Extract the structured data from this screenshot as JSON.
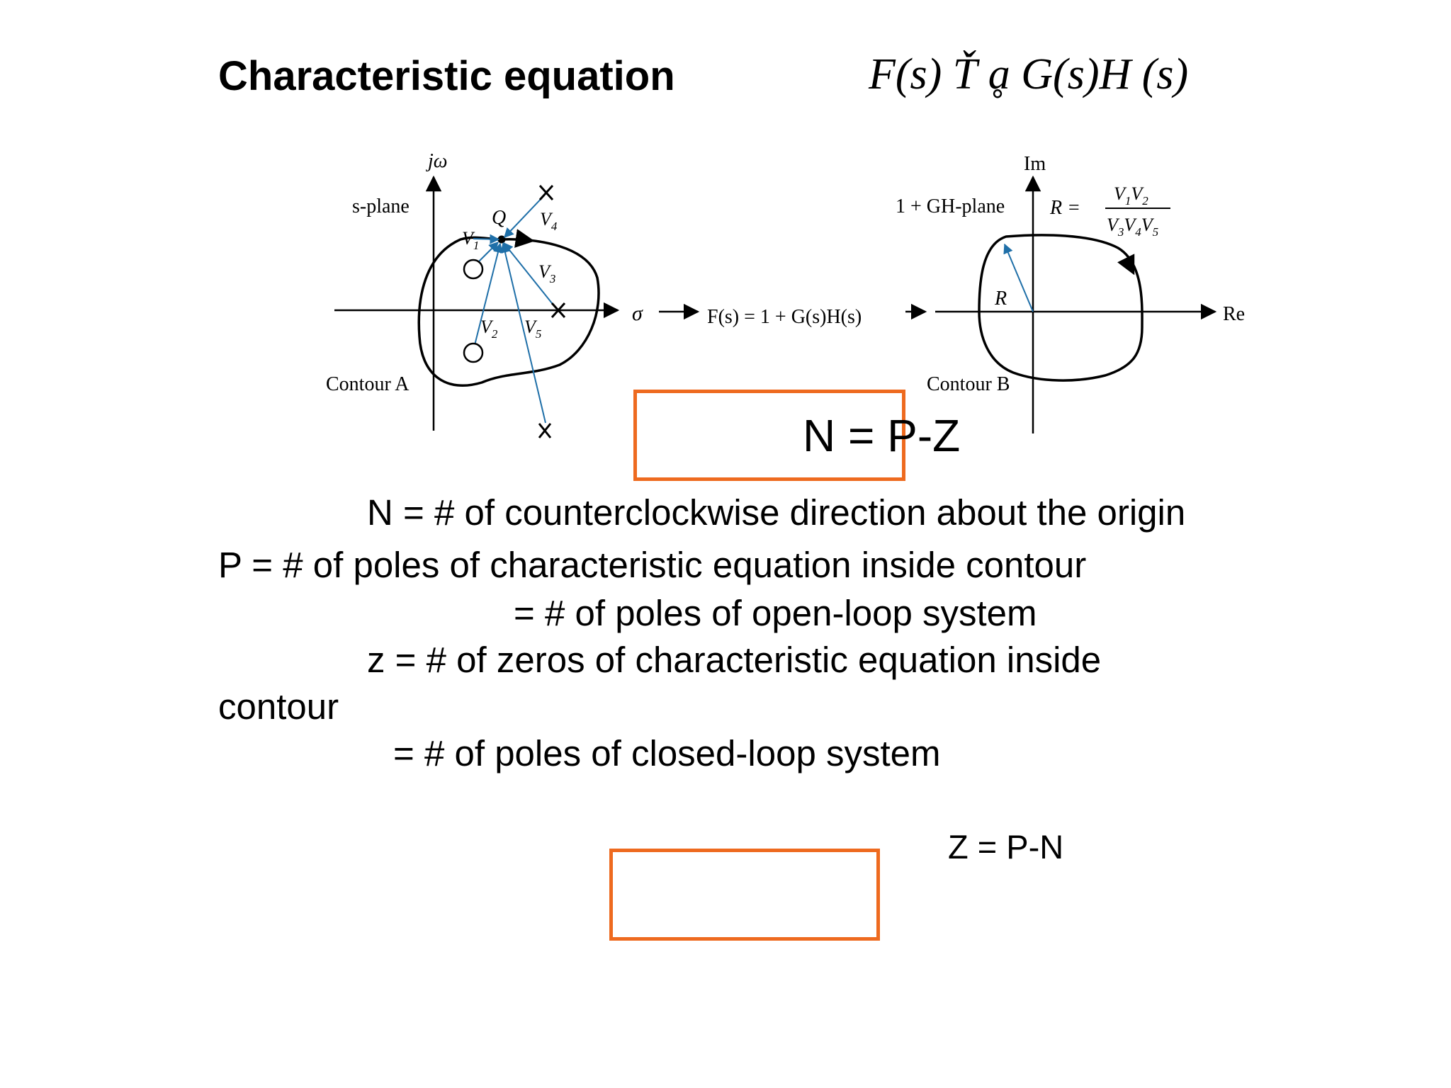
{
  "slide": {
    "title": "Characteristic equation",
    "formula": "F(s) Ť ḁ G(s)H (s)",
    "main_equation": "N = P-Z",
    "definitions": {
      "n_line": "N = # of counterclockwise direction about the origin",
      "p_line": "P = # of poles of characteristic equation inside contour",
      "p_equiv": "= # of poles of open-loop system",
      "z_line_a": "z = # of zeros of characteristic equation inside",
      "z_line_b": "contour",
      "z_equiv": "= # of poles of closed-loop system"
    },
    "result_equation": "Z = P-N",
    "highlight_color": "#ee6a1f"
  },
  "diagram": {
    "s_plane": {
      "axis_vertical_label": "jω",
      "plane_label": "s-plane",
      "axis_horizontal_label": "σ",
      "contour_label": "Contour A",
      "point_label": "Q",
      "vectors": [
        "V1",
        "V2",
        "V3",
        "V4",
        "V5"
      ],
      "pole_marker": "×",
      "zero_marker": "○"
    },
    "mapping_label": "F(s) = 1 + G(s)H(s)",
    "gh_plane": {
      "axis_vertical_label": "Im",
      "axis_horizontal_label": "Re",
      "plane_label": "1 + GH-plane",
      "radius_label": "R",
      "ratio_label_lhs": "R =",
      "ratio_numerator": "V1V2",
      "ratio_denominator": "V3V4V5",
      "contour_label": "Contour B"
    },
    "vector_color": "#1f6fa8"
  }
}
